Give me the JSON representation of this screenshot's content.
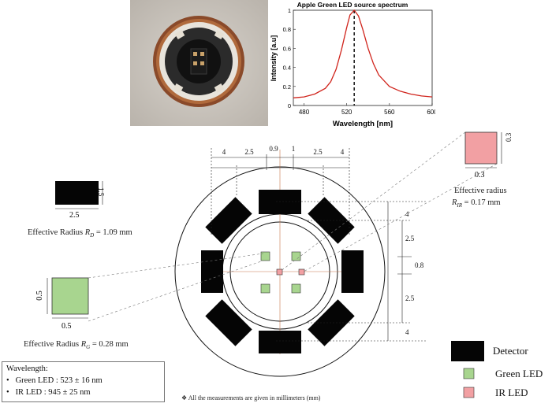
{
  "spectrum": {
    "title": "Apple Green LED source spectrum",
    "ylabel": "Intensity [a.u]",
    "xlabel": "Wavelength [nm]",
    "xticks": [
      "480",
      "520",
      "560",
      "600"
    ],
    "yticks": [
      "0",
      "0.2",
      "0.4",
      "0.6",
      "0.8",
      "1"
    ]
  },
  "chart_data": {
    "type": "line",
    "title": "Apple Green LED source spectrum",
    "xlabel": "Wavelength [nm]",
    "ylabel": "Intensity [a.u]",
    "xlim": [
      470,
      600
    ],
    "ylim": [
      0,
      1
    ],
    "peak_marker_x": 527,
    "series": [
      {
        "color": "#d0241c",
        "x": [
          470,
          480,
          490,
          500,
          505,
          510,
          515,
          520,
          523,
          527,
          531,
          535,
          540,
          545,
          550,
          560,
          570,
          580,
          590,
          600
        ],
        "y": [
          0.08,
          0.09,
          0.12,
          0.18,
          0.25,
          0.38,
          0.58,
          0.82,
          0.95,
          1.0,
          0.94,
          0.8,
          0.6,
          0.44,
          0.32,
          0.2,
          0.15,
          0.12,
          0.1,
          0.09
        ]
      }
    ]
  },
  "detector_ref": {
    "width_label": "2.5",
    "height_label": "1.5",
    "caption_prefix": "Effective Radius ",
    "caption_symbol": "R",
    "caption_sub": "D",
    "caption_value": " = 1.09 mm"
  },
  "green_ref": {
    "width_label": "0.5",
    "height_label": "0.5",
    "caption_prefix": "Effective Radius ",
    "caption_symbol": "R",
    "caption_sub": "G",
    "caption_value": " = 0.28 mm"
  },
  "ir_ref": {
    "width_label": "0.3",
    "height_label": "0.3",
    "caption_line1": "Effective radius",
    "caption_symbol": "R",
    "caption_sub": "IR",
    "caption_value": " = 0.17 mm"
  },
  "dims_top": [
    "4",
    "2.5",
    "0.9",
    "1",
    "2.5",
    "4"
  ],
  "dims_right": [
    "4",
    "2.5",
    "0.8",
    "2.5",
    "4"
  ],
  "wavelength": {
    "title": "Wavelength:",
    "green": "Green LED : 523 ± 16 nm",
    "ir": "IR LED : 945 ± 25 nm"
  },
  "legend": {
    "detector": "Detector",
    "green": "Green LED",
    "ir": "IR LED"
  },
  "footnote": "❖ All the measurements are given in millimeters (mm)",
  "colors": {
    "detector": "#050505",
    "green_led": "#a8d58f",
    "ir_led": "#f2a0a3",
    "spectrum_line": "#d0241c"
  }
}
